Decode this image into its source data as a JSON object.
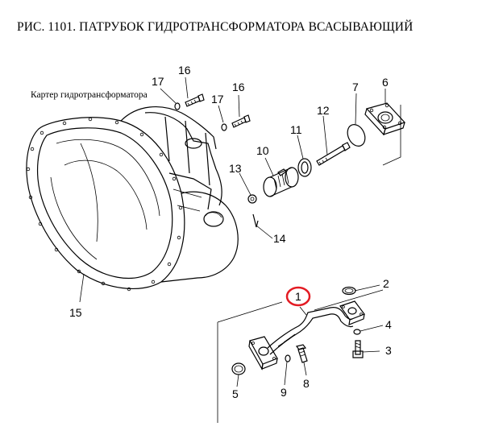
{
  "title": "РИС. 1101. ПАТРУБОК ГИДРОТРАНСФОРМАТОРА ВСАСЫВАЮЩИЙ",
  "housing_label": "Картер гидротрансформатора",
  "callouts": {
    "c1": "1",
    "c2": "2",
    "c3": "3",
    "c4": "4",
    "c5": "5",
    "c6": "6",
    "c7": "7",
    "c8": "8",
    "c9": "9",
    "c10": "10",
    "c11": "11",
    "c12": "12",
    "c13": "13",
    "c14": "14",
    "c15": "15",
    "c16a": "16",
    "c16b": "16",
    "c17a": "17",
    "c17b": "17"
  },
  "colors": {
    "highlight": "#e31b23",
    "line": "#000000"
  }
}
